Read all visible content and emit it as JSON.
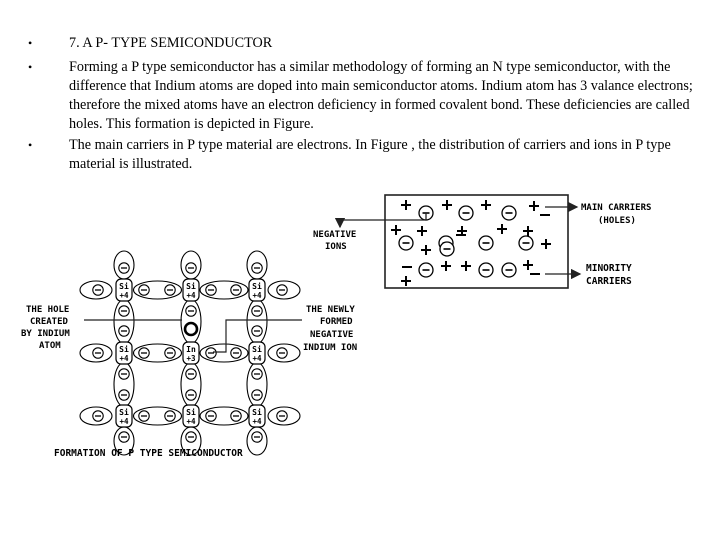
{
  "bullet_symbol": "•",
  "bullets": [
    "7.  A P- TYPE SEMICONDUCTOR",
    "Forming a P type semiconductor has a similar methodology of forming an N type semiconductor, with the difference that Indium atoms are doped into main semiconductor atoms. Indium atom has 3 valance electrons; therefore the mixed atoms have an electron deficiency in formed covalent bond. These deficiencies are called holes. This formation is depicted in Figure.",
    "The main carriers in P type material are electrons. In Figure , the distribution of carriers and ions in P type material is illustrated."
  ],
  "lattice_figure": {
    "label_hole": [
      "THE HOLE",
      "CREATED",
      "BY INDIUM",
      "ATOM"
    ],
    "label_ion": [
      "THE NEWLY",
      "FORMED",
      "NEGATIVE",
      "INDIUM ION"
    ],
    "caption": "FORMATION OF P TYPE SEMICONDUCTOR",
    "si_symbol": "Si",
    "si_charge": "+4",
    "in_symbol": "In",
    "in_charge": "+3",
    "electron_symbol": "⊖"
  },
  "carrier_figure": {
    "label_main": [
      "MAIN CARRIERS",
      "(HOLES)"
    ],
    "label_negative": [
      "NEGATIVE",
      "IONS"
    ],
    "label_minority": [
      "MINORITY",
      "CARRIERS"
    ],
    "plus": "+",
    "minus": "−"
  }
}
